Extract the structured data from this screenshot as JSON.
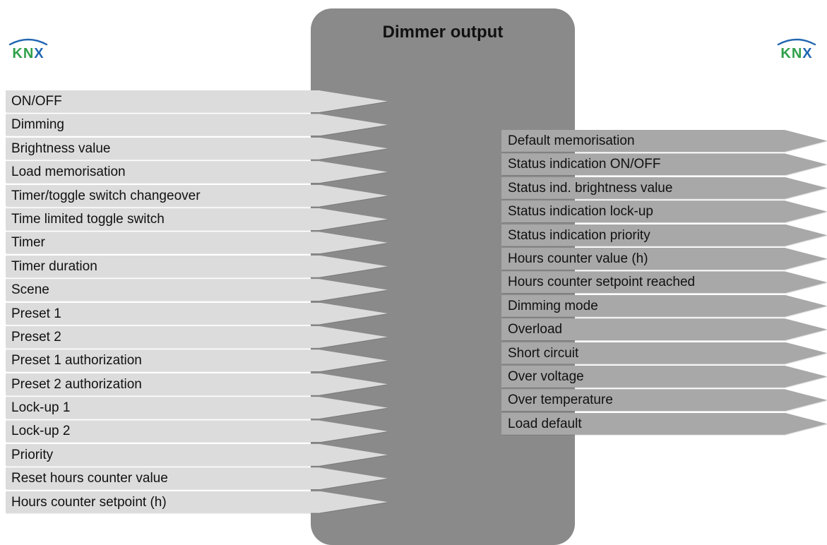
{
  "header": {
    "cut_text": "",
    "logo_text": "KNX"
  },
  "device": {
    "title": "Dimmer output"
  },
  "inputs": [
    "ON/OFF",
    "Dimming",
    "Brightness value",
    "Load memorisation",
    "Timer/toggle switch changeover",
    "Time limited toggle switch",
    "Timer",
    "Timer duration",
    "Scene",
    "Preset 1",
    "Preset 2",
    "Preset 1 authorization",
    "Preset 2 authorization",
    "Lock-up 1",
    "Lock-up 2",
    "Priority",
    "Reset hours counter value",
    "Hours counter setpoint (h)"
  ],
  "outputs": [
    "Default memorisation",
    "Status indication ON/OFF",
    "Status ind. brightness value",
    "Status indication lock-up",
    "Status indication priority",
    "Hours counter value (h)",
    "Hours counter setpoint reached",
    "Dimming mode",
    "Overload",
    "Short circuit",
    "Over voltage",
    "Over temperature",
    "Load default"
  ],
  "colors": {
    "device_fill": "#8a8a8a",
    "input_fill": "#dcdcdc",
    "output_fill": "#a8a8a8",
    "logo_green": "#2fa04a",
    "logo_blue": "#2166b0"
  }
}
